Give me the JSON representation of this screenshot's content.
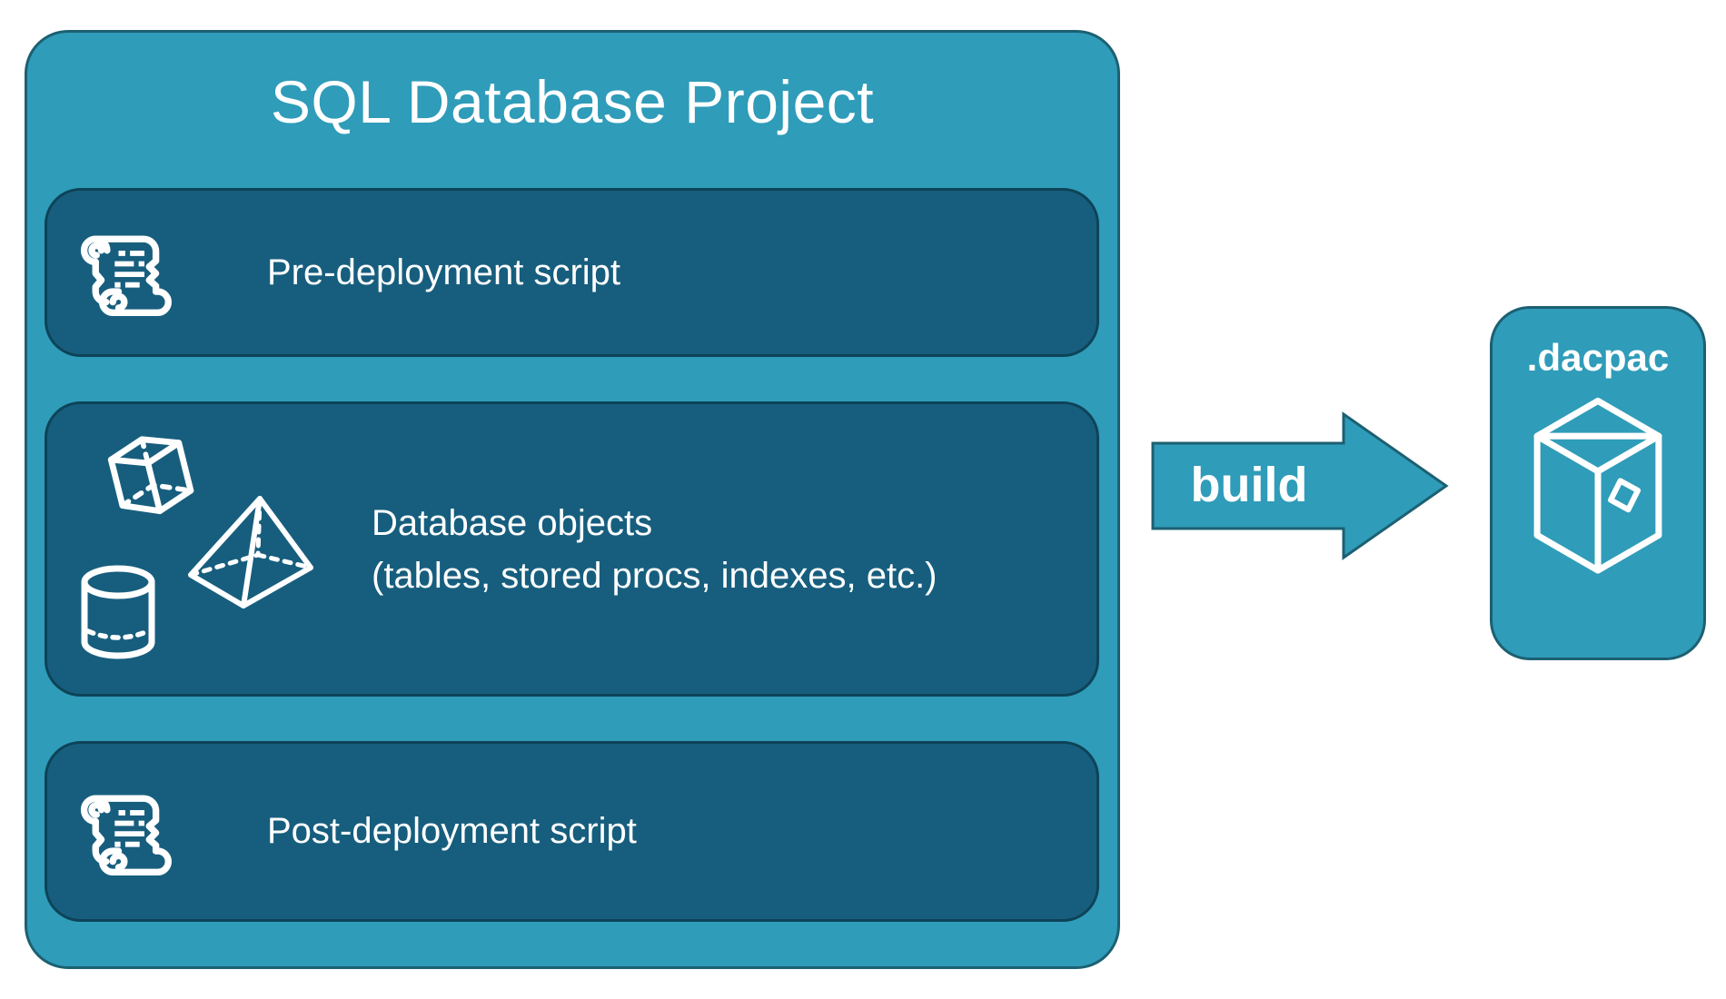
{
  "title": "SQL Database Project",
  "rows": [
    {
      "id": "pre-deployment",
      "label": "Pre-deployment script",
      "icon": "scroll-icon"
    },
    {
      "id": "database-objects",
      "label_line1": "Database objects",
      "label_line2": "(tables, stored procs, indexes, etc.)",
      "icons": [
        "cube-icon",
        "pyramid-icon",
        "cylinder-icon"
      ]
    },
    {
      "id": "post-deployment",
      "label": "Post-deployment script",
      "icon": "scroll-icon"
    }
  ],
  "arrow": {
    "label": "build",
    "direction": "right"
  },
  "artifact": {
    "label": ".dacpac",
    "icon": "package-icon"
  },
  "colors": {
    "teal_fill": "#2F9CB9",
    "teal_border": "#1C6072",
    "panel_fill": "#175E7E",
    "panel_border": "#0D4358",
    "text": "#FFFFFF",
    "background": "#FFFFFF"
  }
}
